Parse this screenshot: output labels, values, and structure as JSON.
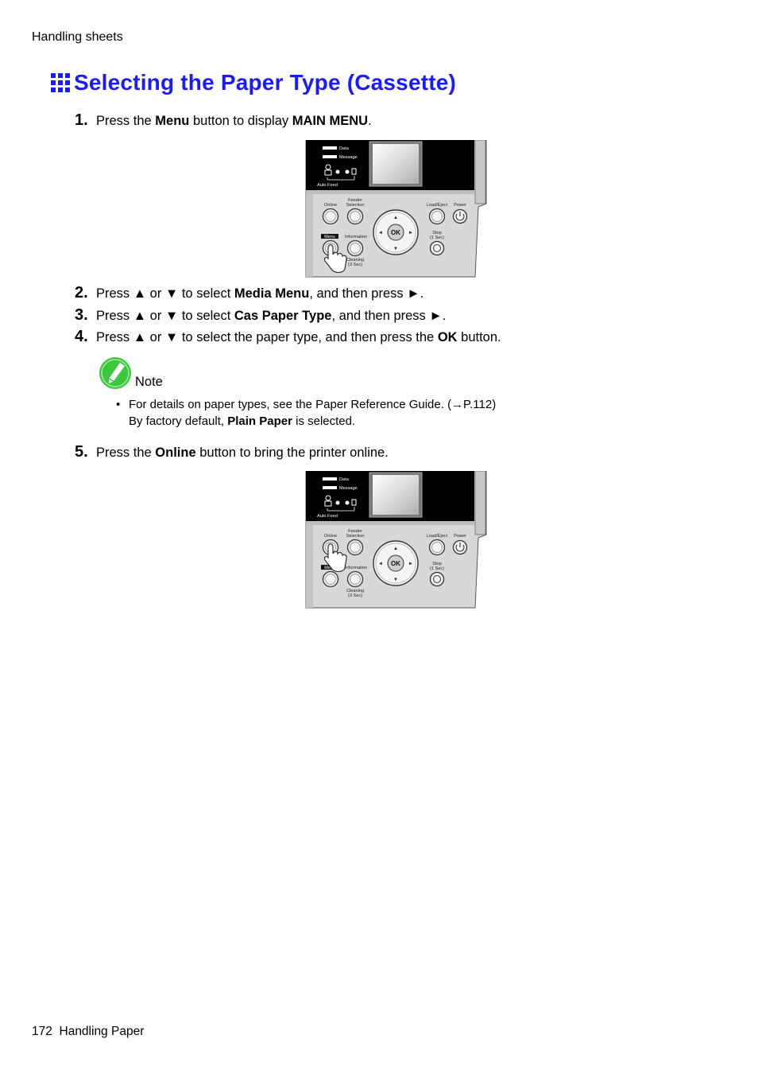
{
  "header": {
    "running_head": "Handling sheets"
  },
  "title": "Selecting the Paper Type (Cassette)",
  "steps": [
    {
      "num": "1.",
      "parts": [
        {
          "t": "Press the "
        },
        {
          "t": "Menu",
          "b": true
        },
        {
          "t": " button to display "
        },
        {
          "t": "MAIN MENU",
          "b": true
        },
        {
          "t": "."
        }
      ]
    },
    {
      "num": "2.",
      "parts": [
        {
          "t": "Press ▲ or ▼ to select "
        },
        {
          "t": "Media Menu",
          "b": true
        },
        {
          "t": ", and then press ►."
        }
      ]
    },
    {
      "num": "3.",
      "parts": [
        {
          "t": "Press ▲ or ▼ to select "
        },
        {
          "t": "Cas Paper Type",
          "b": true
        },
        {
          "t": ", and then press ►."
        }
      ]
    },
    {
      "num": "4.",
      "parts": [
        {
          "t": "Press ▲ or ▼ to select the paper type, and then press the "
        },
        {
          "t": "OK",
          "b": true
        },
        {
          "t": " button."
        }
      ]
    },
    {
      "num": "5.",
      "parts": [
        {
          "t": "Press the "
        },
        {
          "t": "Online",
          "b": true
        },
        {
          "t": " button to bring the printer online."
        }
      ]
    }
  ],
  "note": {
    "label": "Note",
    "bullet": "•",
    "line1": "For details on paper types, see the Paper Reference Guide. (→P.112)",
    "line2_parts": [
      {
        "t": "By factory default, "
      },
      {
        "t": "Plain Paper",
        "b": true
      },
      {
        "t": " is selected."
      }
    ]
  },
  "panel_labels": {
    "data": "Data",
    "message": "Message",
    "auto_feed": "Auto Feed",
    "online": "Online",
    "feeder": "Feeder",
    "selection": "Selection",
    "menu": "Menu",
    "information": "Information",
    "cleaning": "Cleaning",
    "cleaning_time": "(3 Sec)",
    "load_eject": "Load/Eject",
    "power": "Power",
    "stop": "Stop",
    "stop_time": "(1 Sec)",
    "ok": "OK",
    "arrow_up": "▲",
    "arrow_down": "▼",
    "arrow_left": "◄",
    "arrow_right": "►"
  },
  "colors": {
    "title": "#1a1aff",
    "note_icon": "#3cc83c",
    "panel_body": "#d8d8d8"
  },
  "footer": {
    "page_number": "172",
    "section": "Handling Paper"
  }
}
